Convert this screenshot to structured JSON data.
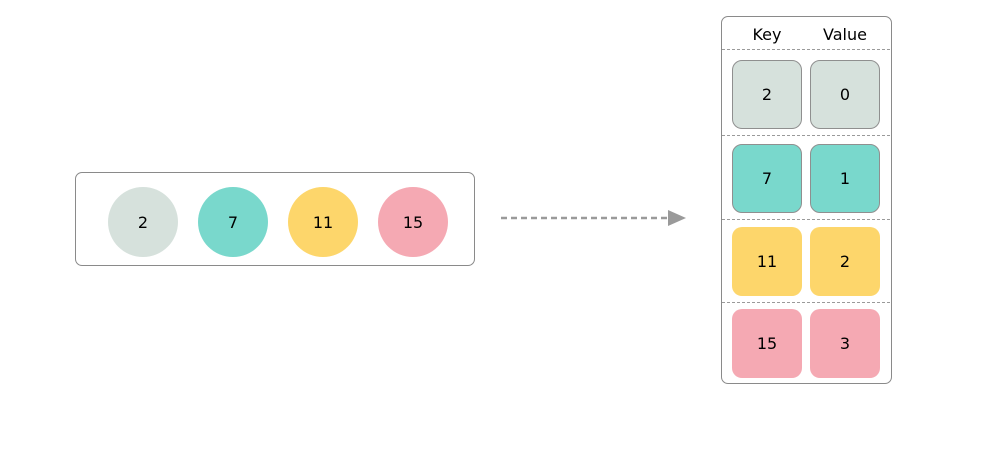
{
  "colors": {
    "gray": "#d6e1dc",
    "teal": "#79d8cc",
    "yellow": "#fdd66b",
    "pink": "#f5a9b3",
    "border": "#8a8a8a",
    "arrow": "#9a9a9a"
  },
  "array": {
    "items": [
      {
        "value": "2",
        "color": "#d6e1dc"
      },
      {
        "value": "7",
        "color": "#79d8cc"
      },
      {
        "value": "11",
        "color": "#fdd66b"
      },
      {
        "value": "15",
        "color": "#f5a9b3"
      }
    ]
  },
  "map": {
    "key_header": "Key",
    "value_header": "Value",
    "rows": [
      {
        "key": "2",
        "value": "0",
        "color": "#d6e1dc"
      },
      {
        "key": "7",
        "value": "1",
        "color": "#79d8cc"
      },
      {
        "key": "11",
        "value": "2",
        "color": "#fdd66b"
      },
      {
        "key": "15",
        "value": "3",
        "color": "#f5a9b3"
      }
    ]
  }
}
